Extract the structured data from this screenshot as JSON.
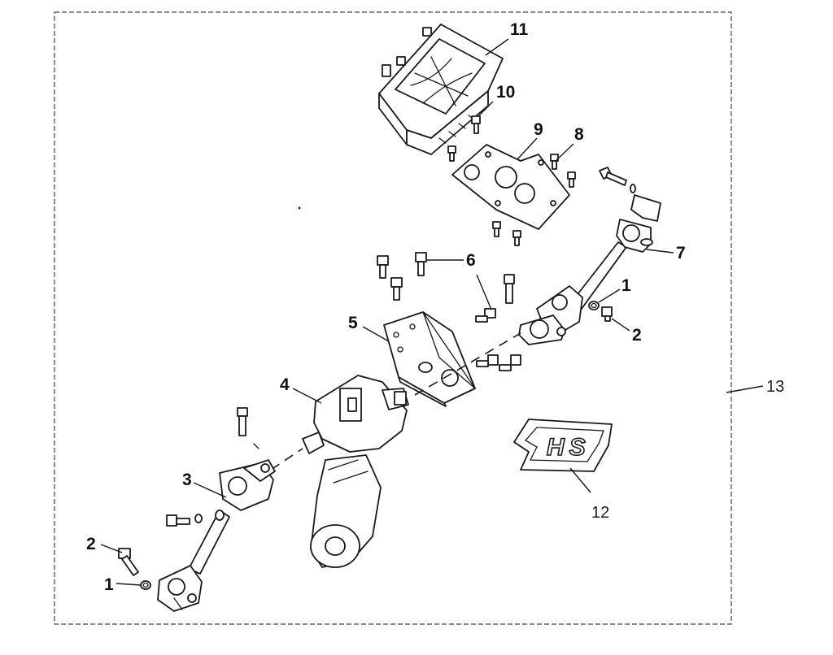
{
  "diagram": {
    "title": "Steering column exploded view",
    "callouts": {
      "c11": "11",
      "c10": "10",
      "c9": "9",
      "c8": "8",
      "c7": "7",
      "c6": "6",
      "c5": "5",
      "c4": "4",
      "c3": "3",
      "c2a": "2",
      "c1a": "1",
      "c2b": "2",
      "c1b": "1",
      "c12": "12",
      "c13": "13"
    },
    "logo_text": "HS"
  }
}
